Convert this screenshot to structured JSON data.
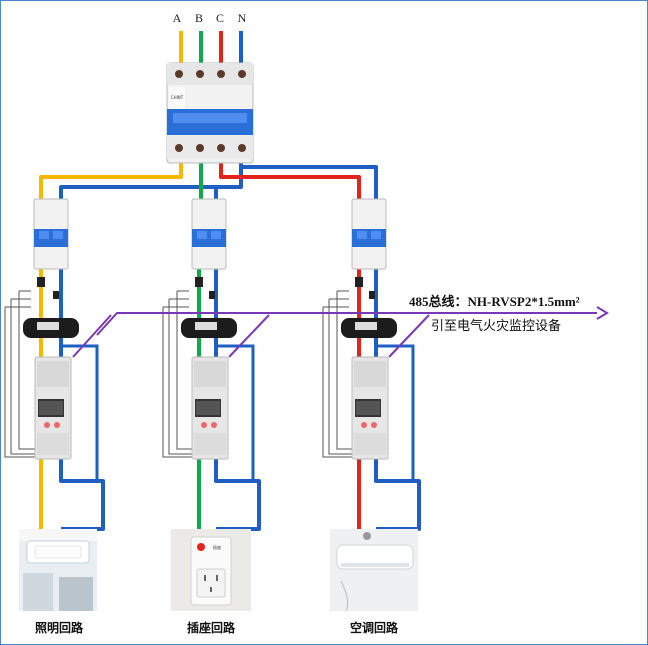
{
  "phases": [
    {
      "label": "A",
      "color": "#f6b800"
    },
    {
      "label": "B",
      "color": "#13a84a"
    },
    {
      "label": "C",
      "color": "#e3231d"
    },
    {
      "label": "N",
      "color": "#1f5fc4"
    }
  ],
  "main_breaker": {
    "brand": "CHINT"
  },
  "bus": {
    "line1": "485总线：NH-RVSP2*1.5mm²",
    "line2": "引至电气火灾监控设备",
    "color": "#7a38b6"
  },
  "circuits": [
    {
      "label": "照明回路",
      "phase": "A",
      "icon": "ceiling-light-icon"
    },
    {
      "label": "插座回路",
      "phase": "B",
      "icon": "wall-socket-icon"
    },
    {
      "label": "空调回路",
      "phase": "C",
      "icon": "air-conditioner-icon"
    }
  ],
  "socket_label": "插座"
}
